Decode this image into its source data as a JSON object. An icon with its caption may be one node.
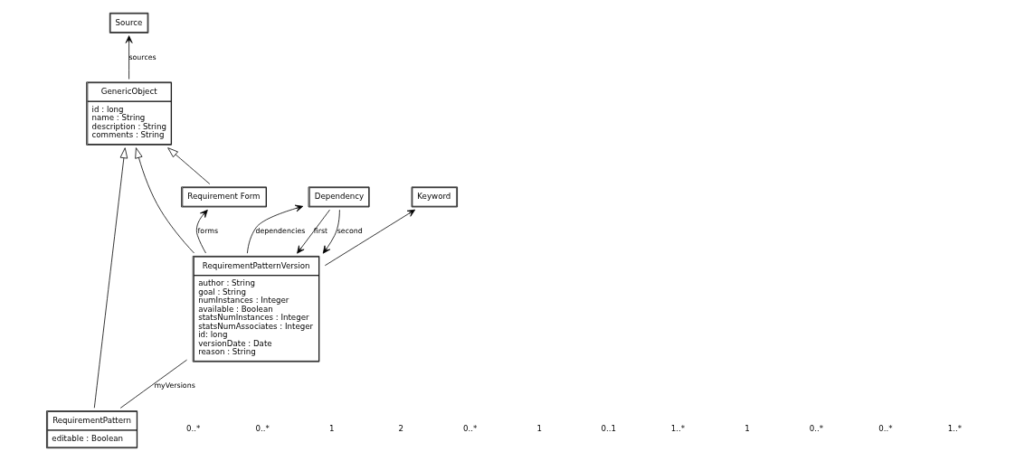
{
  "diagram": {
    "nodes": [
      {
        "text": [
          "Source"
        ]
      },
      {
        "text": [
          "GenericObject",
          "id : long",
          "name : String",
          "description : String",
          "comments : String"
        ]
      },
      {
        "text": [
          "RequirementPatternVersion",
          "author : String",
          "goal : String",
          "numInstances : Integer",
          "available : Boolean",
          "statsNumInstances : Integer",
          "statsNumAssociates : Integer",
          "id: long",
          "versionDate : Date",
          "reason : String"
        ]
      },
      {
        "text": [
          "Dependency"
        ]
      },
      {
        "text": [
          "RequirementPattern",
          "editable : Boolean"
        ]
      },
      {
        "text": [
          "Requirement Form"
        ]
      },
      {
        "text": [
          "Keyword"
        ]
      }
    ],
    "edges": [
      {
        "from": 1,
        "to": 0,
        "arrow": "to",
        "label": "sources"
      },
      {
        "from": 2,
        "to": 1,
        "arrow": "to"
      },
      {
        "from": 4,
        "to": 1,
        "arrow": "to"
      },
      {
        "from": 5,
        "to": 1,
        "arrow": "to"
      },
      {
        "from": 3,
        "to": 2,
        "arrow": "to",
        "label": "first"
      },
      {
        "from": 2,
        "to": 3,
        "arrow": "to",
        "label": "dependencies"
      },
      {
        "from": 3,
        "to": 2,
        "arrow": "to",
        "label": "second"
      },
      {
        "from": 4,
        "to": 2,
        "arrow": "none",
        "label": "myVersions"
      },
      {
        "from": 2,
        "to": 5,
        "arrow": "to",
        "label": "forms"
      },
      {
        "from": 2,
        "to": 6,
        "arrow": "to"
      }
    ],
    "labels": [
      "0..*",
      "0..*",
      "1",
      "2",
      "0..*",
      "1",
      "0..1",
      "1..*",
      "1",
      "0..*",
      "0..*",
      "1..*"
    ]
  }
}
